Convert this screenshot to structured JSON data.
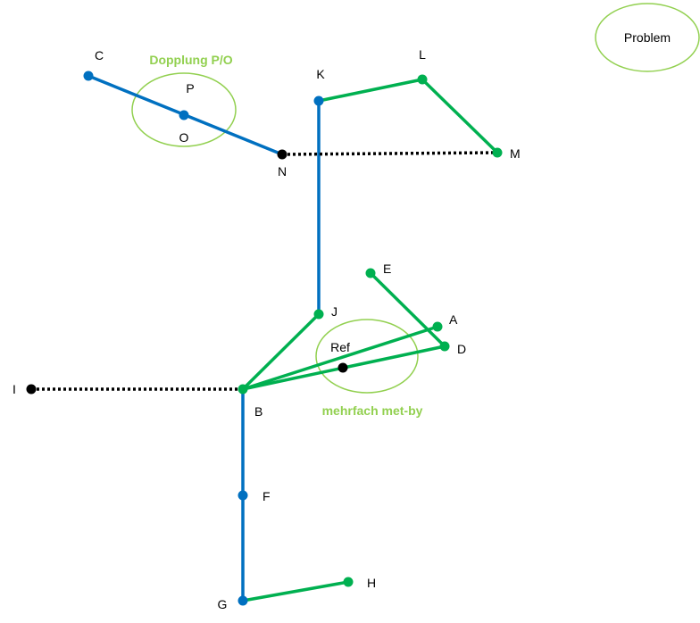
{
  "colors": {
    "blue": "#0070c0",
    "green": "#00b050",
    "black": "#000000",
    "light_green": "#92d050"
  },
  "nodes": {
    "C": {
      "label": "C",
      "color": "blue"
    },
    "O": {
      "label": "O",
      "color": "blue"
    },
    "P": {
      "label": "P",
      "color": "blue"
    },
    "N": {
      "label": "N",
      "color": "black"
    },
    "K": {
      "label": "K",
      "color": "blue"
    },
    "L": {
      "label": "L",
      "color": "green"
    },
    "M": {
      "label": "M",
      "color": "green"
    },
    "E": {
      "label": "E",
      "color": "green"
    },
    "J": {
      "label": "J",
      "color": "green"
    },
    "A": {
      "label": "A",
      "color": "green"
    },
    "D": {
      "label": "D",
      "color": "green"
    },
    "Ref": {
      "label": "Ref",
      "color": "black"
    },
    "I": {
      "label": "I",
      "color": "black"
    },
    "B": {
      "label": "B",
      "color": "green"
    },
    "F": {
      "label": "F",
      "color": "blue"
    },
    "G": {
      "label": "G",
      "color": "blue"
    },
    "H": {
      "label": "H",
      "color": "green"
    }
  },
  "edges": [
    {
      "from": "C",
      "to": "N",
      "color": "blue",
      "style": "solid"
    },
    {
      "from": "K",
      "to": "J",
      "color": "blue",
      "style": "solid"
    },
    {
      "from": "K",
      "to": "L",
      "color": "green",
      "style": "solid"
    },
    {
      "from": "L",
      "to": "M",
      "color": "green",
      "style": "solid"
    },
    {
      "from": "N",
      "to": "M",
      "color": "black",
      "style": "dotted"
    },
    {
      "from": "E",
      "to": "D",
      "color": "green",
      "style": "solid"
    },
    {
      "from": "J",
      "to": "B",
      "color": "green",
      "style": "solid"
    },
    {
      "from": "B",
      "to": "A",
      "color": "green",
      "style": "solid"
    },
    {
      "from": "B",
      "to": "D",
      "color": "green",
      "style": "solid"
    },
    {
      "from": "I",
      "to": "B",
      "color": "black",
      "style": "dotted"
    },
    {
      "from": "B",
      "to": "G",
      "color": "blue",
      "style": "solid"
    },
    {
      "from": "G",
      "to": "H",
      "color": "green",
      "style": "solid"
    }
  ],
  "annotations": {
    "dopplung": "Dopplung P/O",
    "mehrfach": "mehrfach met-by",
    "problem": "Problem"
  }
}
